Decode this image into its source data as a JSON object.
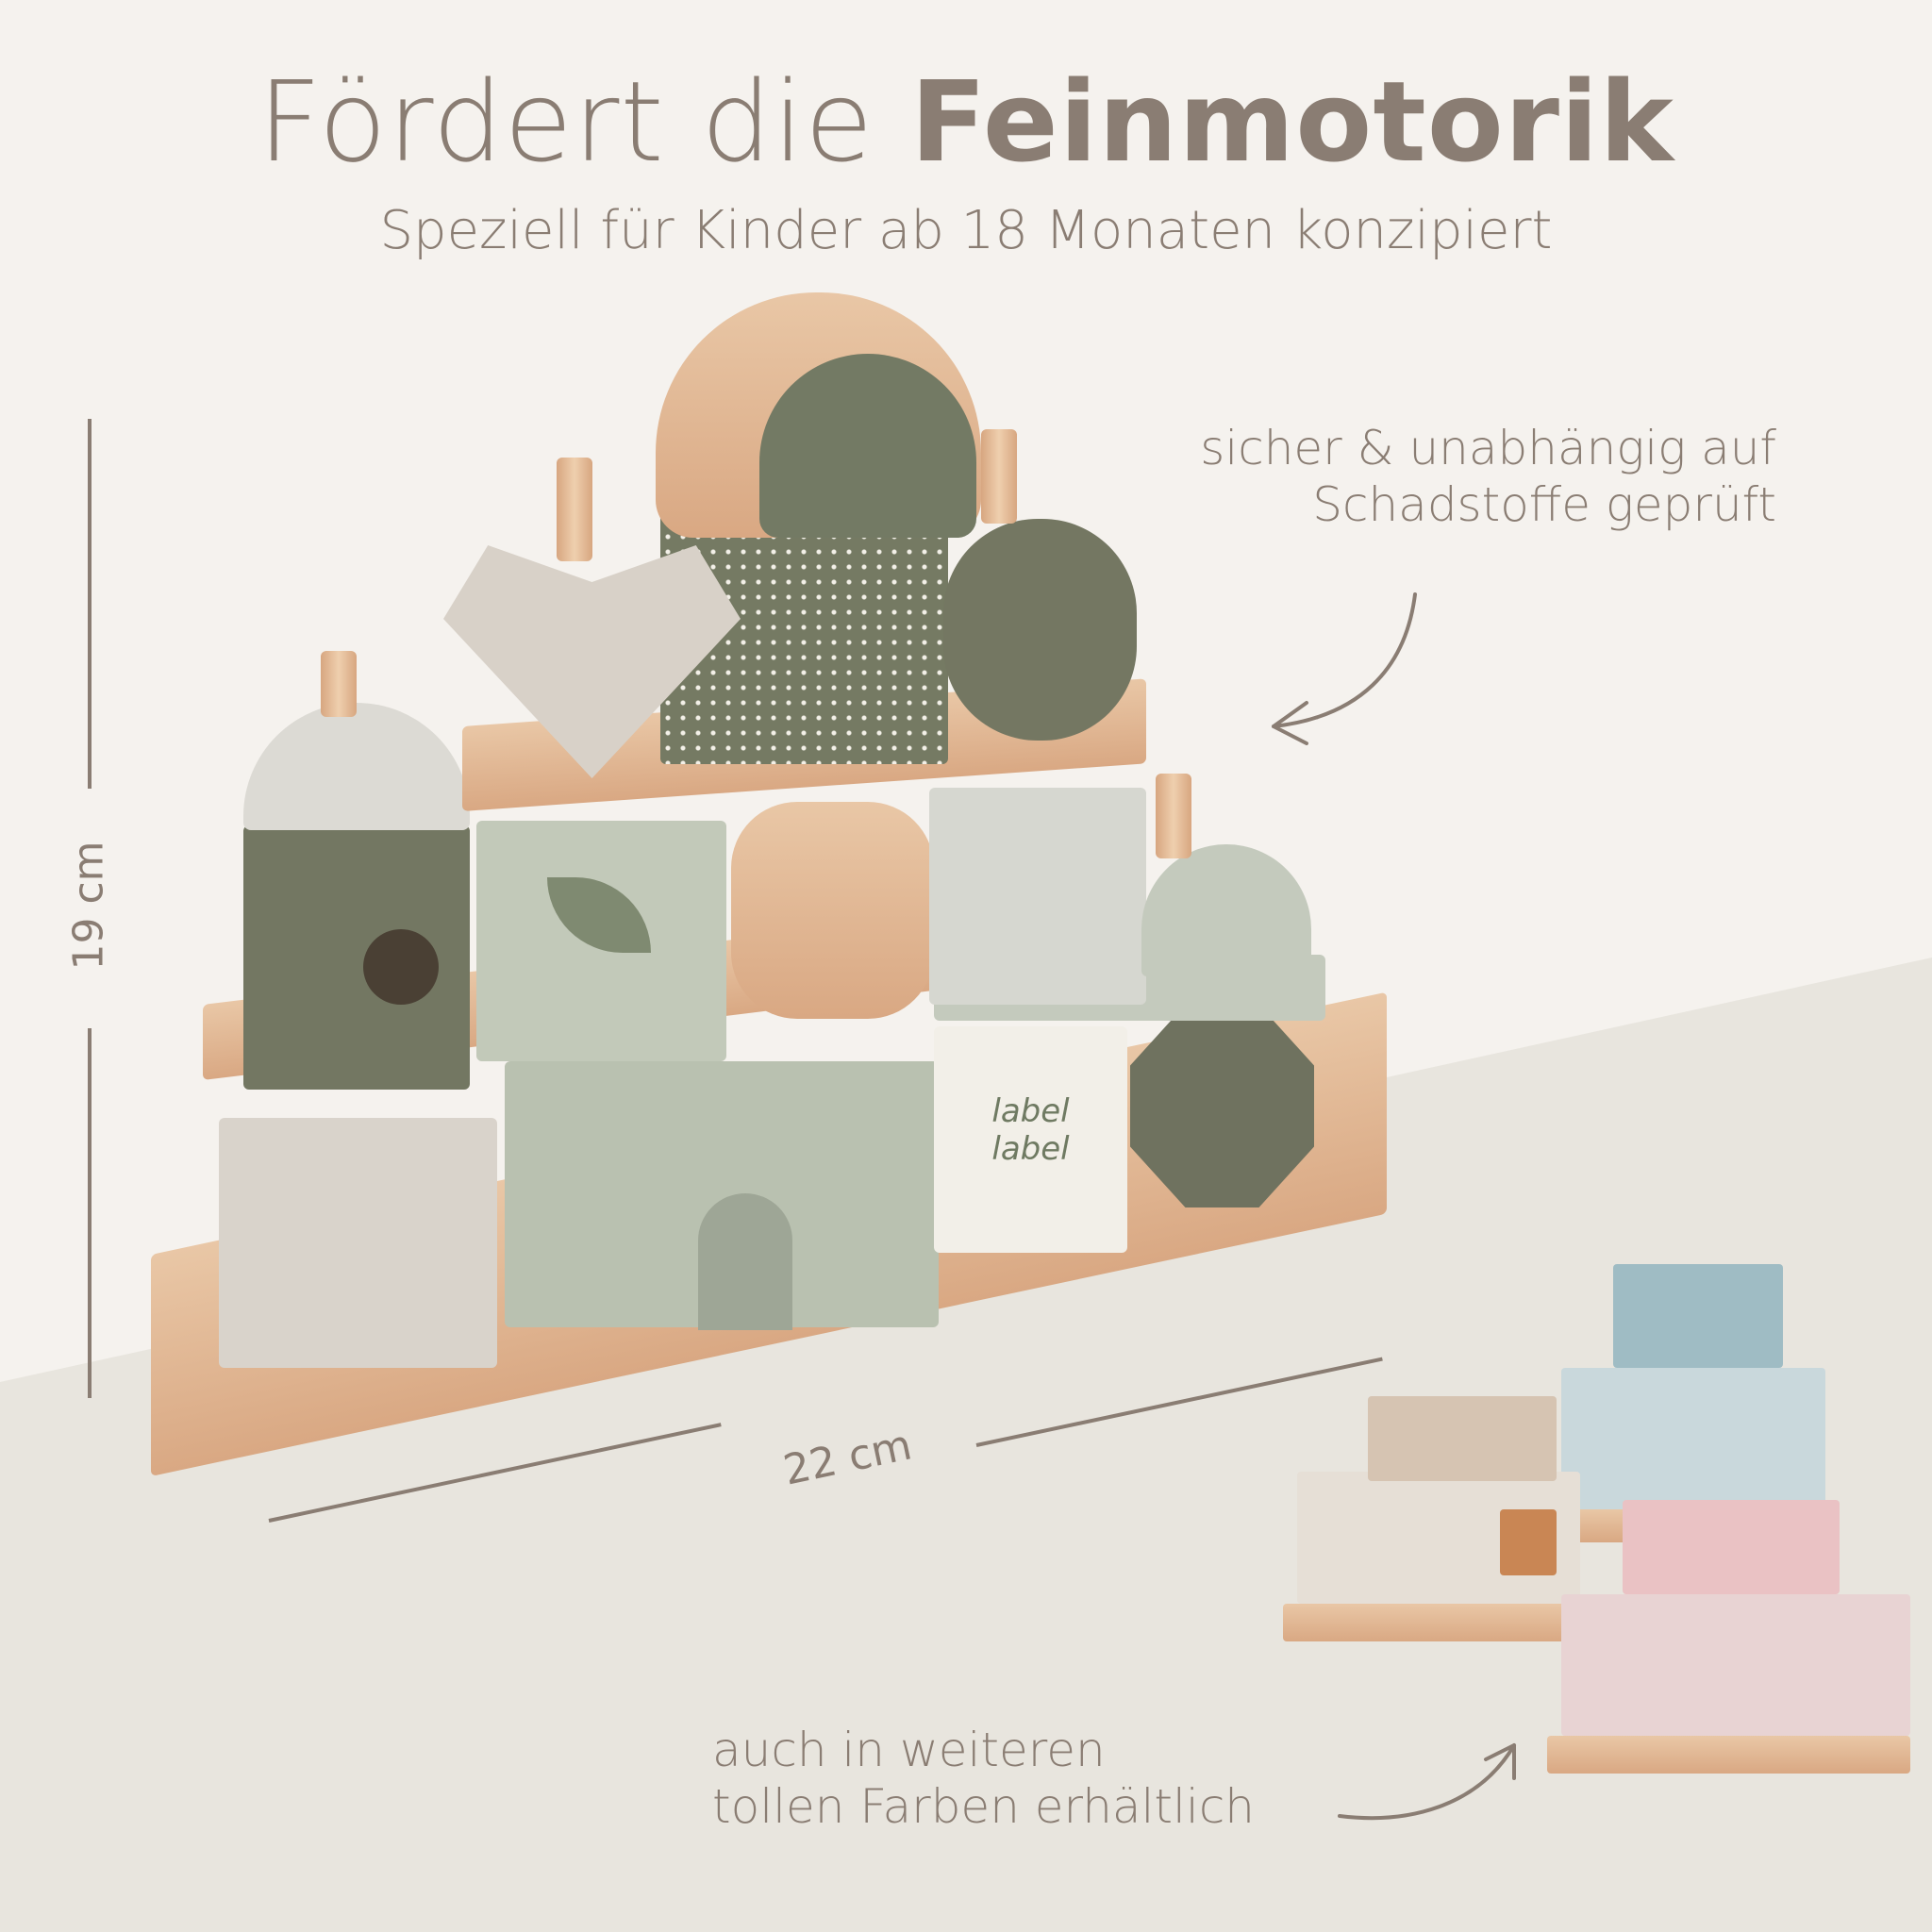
{
  "headline": {
    "regular": "Fördert die ",
    "bold": "Feinmotorik"
  },
  "subtitle": "Speziell für Kinder ab 18 Monaten konzipiert",
  "safety_note": [
    "sicher & unabhängig auf",
    "Schadstoffe geprüft"
  ],
  "dimensions": {
    "height": "19 cm",
    "width": "22 cm"
  },
  "colors_note": [
    "auch in weiteren",
    "tollen Farben erhältlich"
  ],
  "block_print": [
    "label",
    "label"
  ],
  "palette": {
    "text": "#8a7d73",
    "olive": "#7a7d6a",
    "sage": "#b9c1b0",
    "beige": "#d8d1c8",
    "wood": "#deb08a"
  }
}
